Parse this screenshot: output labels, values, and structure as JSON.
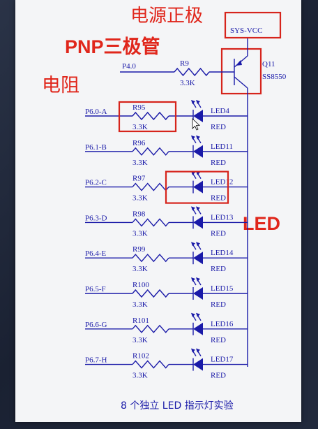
{
  "annotations": {
    "power_positive": "电源正极",
    "pnp_transistor": "PNP三极管",
    "resistor": "电阻",
    "led": "LED"
  },
  "vcc_label": "SYS-VCC",
  "base_signal": "P4.0",
  "base_resistor": {
    "name": "R9",
    "value": "3.3K"
  },
  "transistor": {
    "name": "Q11",
    "part": "SS8550"
  },
  "led_rows": [
    {
      "signal": "P6.0-A",
      "resistor": "R95",
      "value": "3.3K",
      "led": "LED4",
      "color": "RED"
    },
    {
      "signal": "P6.1-B",
      "resistor": "R96",
      "value": "3.3K",
      "led": "LED11",
      "color": "RED"
    },
    {
      "signal": "P6.2-C",
      "resistor": "R97",
      "value": "3.3K",
      "led": "LED12",
      "color": "RED"
    },
    {
      "signal": "P6.3-D",
      "resistor": "R98",
      "value": "3.3K",
      "led": "LED13",
      "color": "RED"
    },
    {
      "signal": "P6.4-E",
      "resistor": "R99",
      "value": "3.3K",
      "led": "LED14",
      "color": "RED"
    },
    {
      "signal": "P6.5-F",
      "resistor": "R100",
      "value": "3.3K",
      "led": "LED15",
      "color": "RED"
    },
    {
      "signal": "P6.6-G",
      "resistor": "R101",
      "value": "3.3K",
      "led": "LED16",
      "color": "RED"
    },
    {
      "signal": "P6.7-H",
      "resistor": "R102",
      "value": "3.3K",
      "led": "LED17",
      "color": "RED"
    }
  ],
  "caption": "8 个独立 LED 指示灯实验",
  "colors": {
    "schematic": "#1a1aa8",
    "annotation": "#e0261b"
  }
}
